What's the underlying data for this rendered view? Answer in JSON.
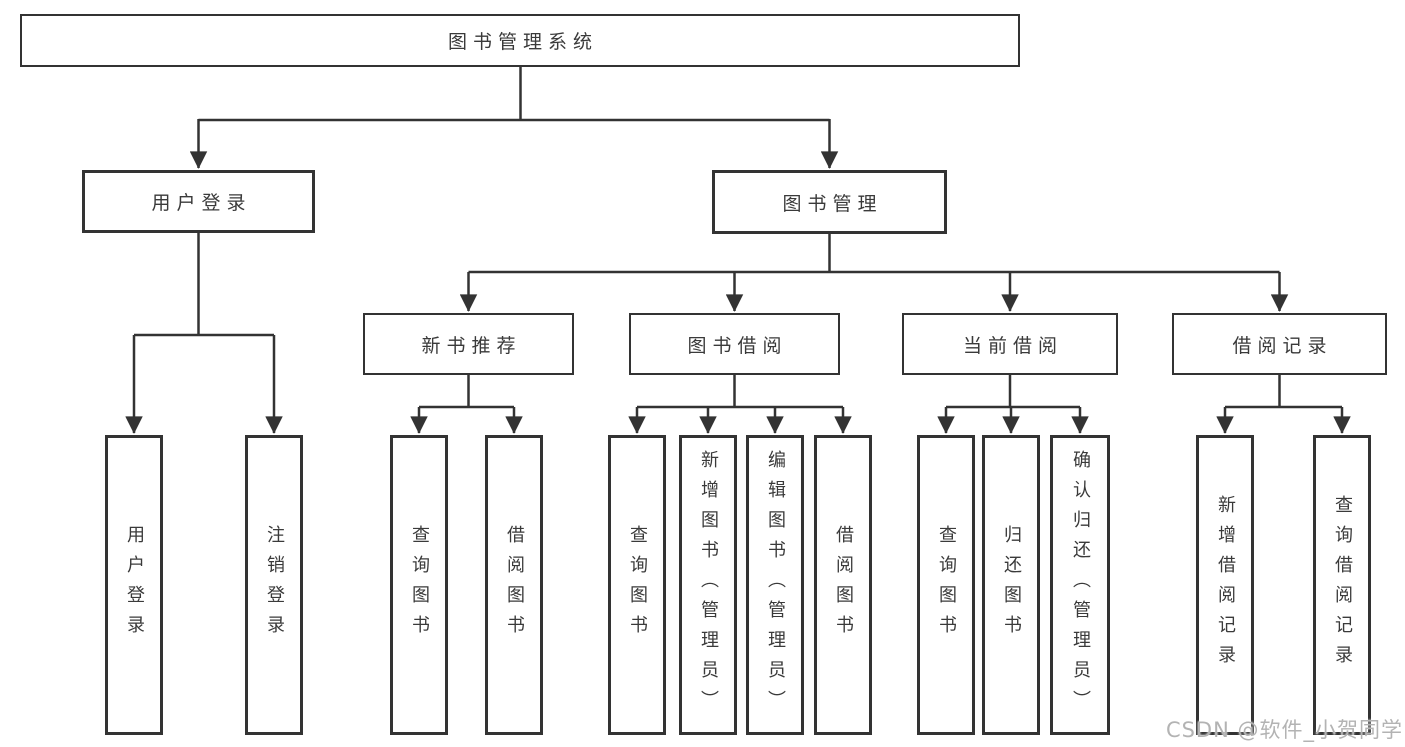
{
  "diagram": {
    "root": {
      "id": "root",
      "label": "图书管理系统"
    },
    "level2": [
      {
        "id": "user-login",
        "label": "用户登录",
        "parent": "root"
      },
      {
        "id": "book-management",
        "label": "图书管理",
        "parent": "root"
      }
    ],
    "level3": [
      {
        "id": "new-book-recommendation",
        "label": "新书推荐",
        "parent": "book-management"
      },
      {
        "id": "book-borrowing",
        "label": "图书借阅",
        "parent": "book-management"
      },
      {
        "id": "current-borrowing",
        "label": "当前借阅",
        "parent": "book-management"
      },
      {
        "id": "borrowing-records",
        "label": "借阅记录",
        "parent": "book-management"
      }
    ],
    "leaves": [
      {
        "label": "用户登录",
        "parent": "user-login"
      },
      {
        "label": "注销登录",
        "parent": "user-login"
      },
      {
        "label": "查询图书",
        "parent": "new-book-recommendation"
      },
      {
        "label": "借阅图书",
        "parent": "new-book-recommendation"
      },
      {
        "label": "查询图书",
        "parent": "book-borrowing"
      },
      {
        "label": "新增图书（管理员）",
        "parent": "book-borrowing"
      },
      {
        "label": "编辑图书（管理员）",
        "parent": "book-borrowing"
      },
      {
        "label": "借阅图书",
        "parent": "book-borrowing"
      },
      {
        "label": "查询图书",
        "parent": "current-borrowing"
      },
      {
        "label": "归还图书",
        "parent": "current-borrowing"
      },
      {
        "label": "确认归还（管理员）",
        "parent": "current-borrowing"
      },
      {
        "label": "新增借阅记录",
        "parent": "borrowing-records"
      },
      {
        "label": "查询借阅记录",
        "parent": "borrowing-records"
      }
    ]
  },
  "watermark": {
    "text": "CSDN @软件_小贺同学",
    "color": "#b3b3b3"
  },
  "colors": {
    "background": "#ffffff",
    "line": "#333333",
    "text": "#3a3a3a"
  }
}
